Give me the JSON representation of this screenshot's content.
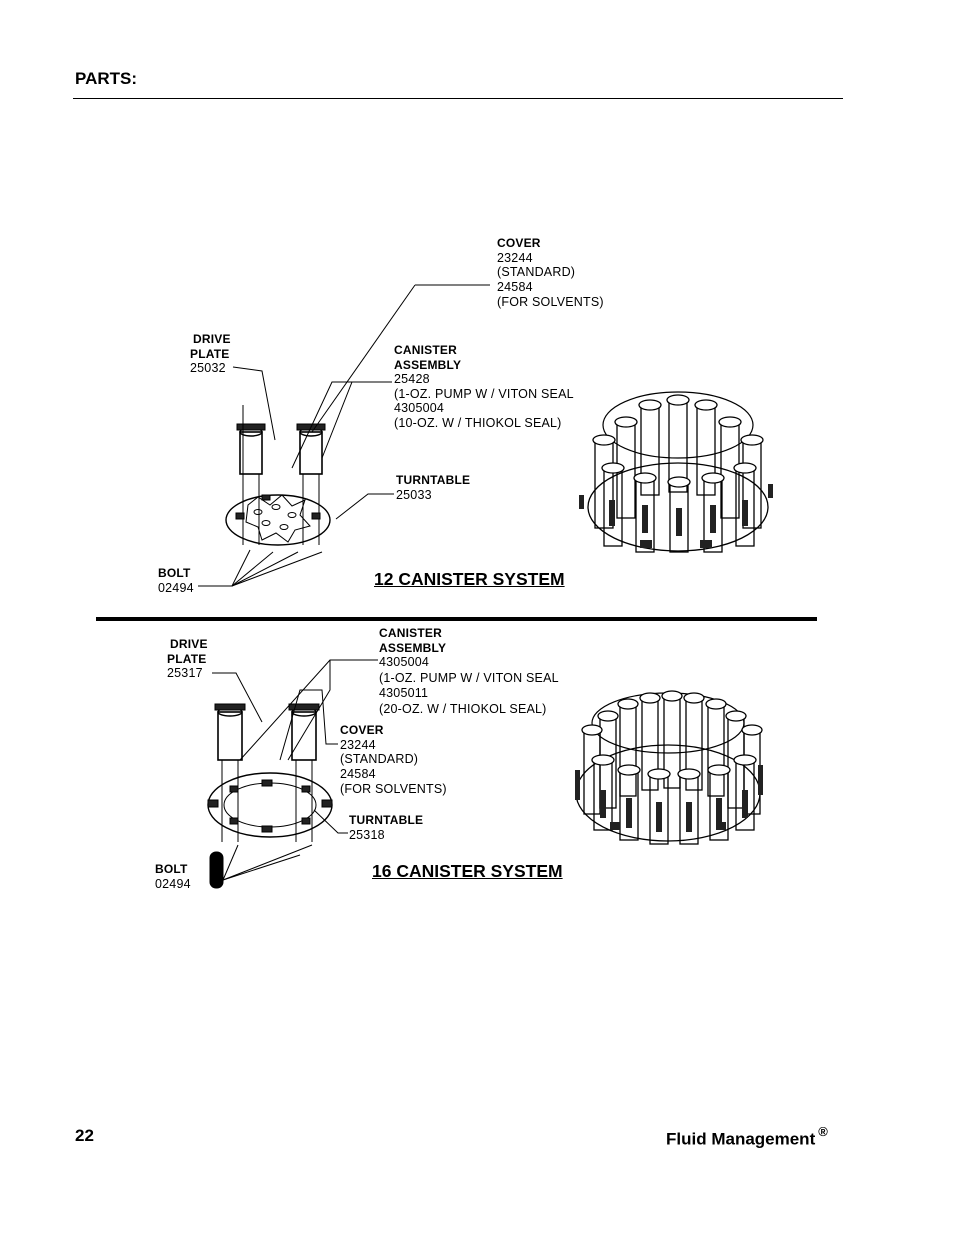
{
  "header": {
    "title": "PARTS:"
  },
  "system12": {
    "title": "12 CANISTER SYSTEM",
    "cover": {
      "name": "COVER",
      "lines": [
        "23244",
        "(STANDARD)",
        "24584",
        "(FOR SOLVENTS)"
      ]
    },
    "drive_plate": {
      "name1": "DRIVE",
      "name2": "PLATE",
      "part": "25032"
    },
    "canister": {
      "name1": "CANISTER",
      "name2": "ASSEMBLY",
      "lines": [
        "25428",
        "(1-OZ. PUMP W / VITON SEAL",
        "4305004",
        "(10-OZ. W / THIOKOL SEAL)"
      ]
    },
    "turntable": {
      "name": "TURNTABLE",
      "part": "25033"
    },
    "bolt": {
      "name": "BOLT",
      "part": "02494"
    }
  },
  "system16": {
    "title": "16 CANISTER SYSTEM",
    "drive_plate": {
      "name1": "DRIVE",
      "name2": "PLATE",
      "part": "25317"
    },
    "canister": {
      "name1": "CANISTER",
      "name2": "ASSEMBLY",
      "lines": [
        "4305004",
        "(1-OZ. PUMP W / VITON SEAL",
        "4305011",
        "(20-OZ. W / THIOKOL SEAL)"
      ]
    },
    "cover": {
      "name": "COVER",
      "lines": [
        "23244",
        "(STANDARD)",
        "24584",
        "(FOR SOLVENTS)"
      ]
    },
    "turntable": {
      "name": "TURNTABLE",
      "part": "25318"
    },
    "bolt": {
      "name": "BOLT",
      "part": "02494"
    }
  },
  "footer": {
    "page_number": "22",
    "brand": "Fluid Management",
    "registered": "®"
  }
}
